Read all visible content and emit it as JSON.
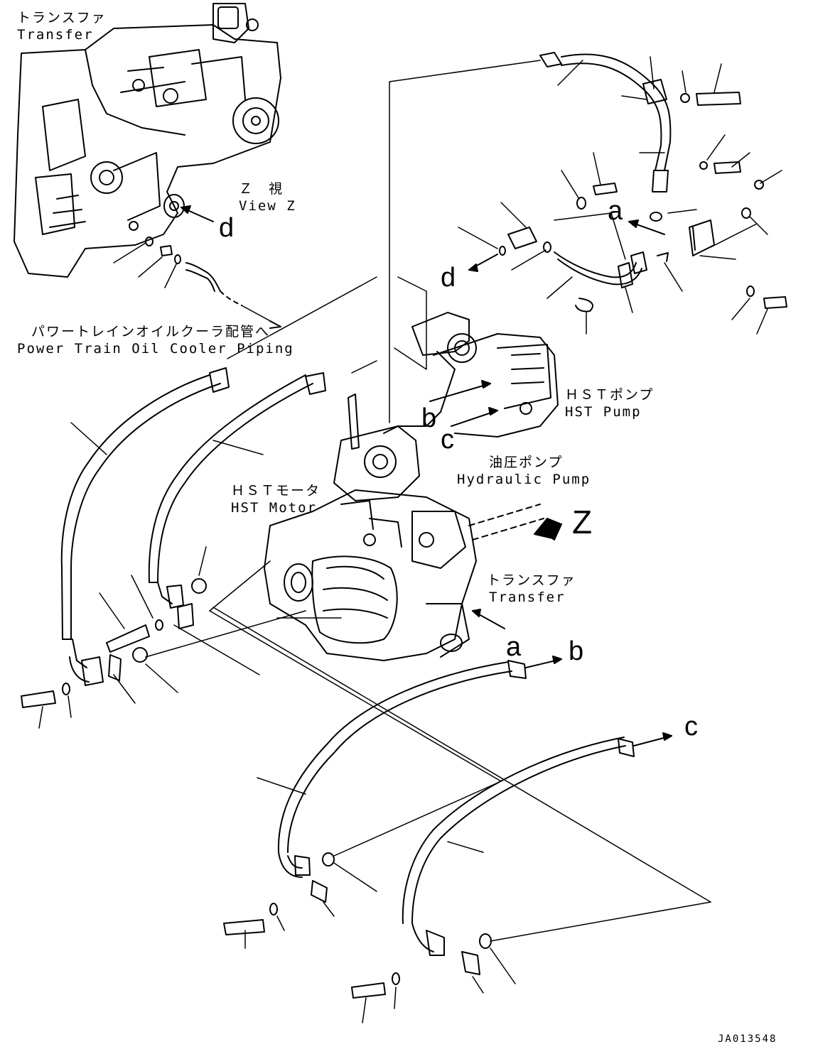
{
  "labels": {
    "transfer_top_jp": "トランスファ",
    "transfer_top_en": "Transfer",
    "view_z_jp": "Ｚ　視",
    "view_z_en": "View Z",
    "cooler_jp": "パワートレインオイルクーラ配管へ",
    "cooler_en": "Power Train Oil Cooler Piping",
    "hst_pump_jp": "ＨＳＴポンプ",
    "hst_pump_en": "HST Pump",
    "hyd_pump_jp": "油圧ポンプ",
    "hyd_pump_en": "Hydraulic Pump",
    "hst_motor_jp": "ＨＳＴモータ",
    "hst_motor_en": "HST Motor",
    "transfer_mid_jp": "トランスファ",
    "transfer_mid_en": "Transfer",
    "drawing_code": "JA013548"
  },
  "refs": {
    "a": "a",
    "b": "b",
    "c": "c",
    "d": "d",
    "z": "Z"
  },
  "colors": {
    "ink": "#000000",
    "paper": "#ffffff"
  }
}
